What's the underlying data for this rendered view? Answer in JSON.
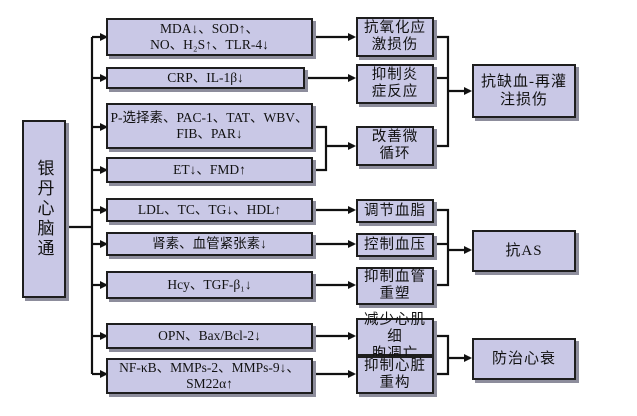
{
  "root": "银丹心脑通",
  "mechanisms": [
    "MDA↓、SOD↑、\nNO、H₂S↑、TLR-4↓",
    "CRP、IL-1β↓",
    "P-选择素、PAC-1、TAT、WBV、\nFIB、PAR↓",
    "ET↓、FMD↑",
    "LDL、TC、TG↓、HDL↑",
    "肾素、血管紧张素↓",
    "Hcy、TGF-β₁↓",
    "OPN、Bax/Bcl-2↓",
    "NF-κB、MMPs-2、MMPs-9↓、\nSM22α↑"
  ],
  "effects": [
    "抗氧化应\n激损伤",
    "抑制炎\n症反应",
    "改善微\n循环",
    "调节血脂",
    "控制血压",
    "抑制血管\n重塑",
    "减少心肌细\n胞凋亡",
    "抑制心脏\n重构"
  ],
  "outcomes": [
    "抗缺血-再灌\n注损伤",
    "抗AS",
    "防治心衰"
  ]
}
